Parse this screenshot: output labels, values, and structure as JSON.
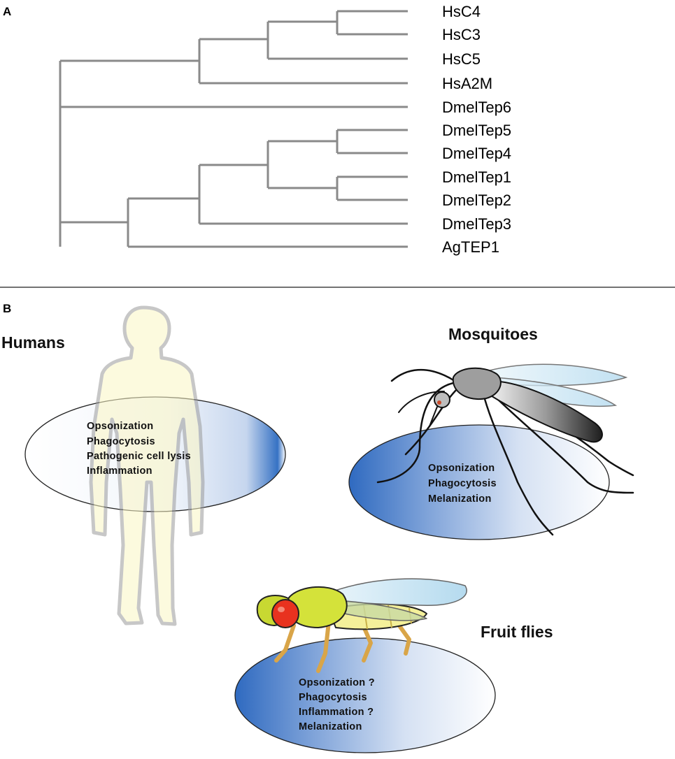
{
  "panel_a": {
    "letter": "A",
    "leaves": [
      "HsC4",
      "HsC3",
      "HsC5",
      "HsA2M",
      "DmelTep6",
      "DmelTep5",
      "DmelTep4",
      "DmelTep1",
      "DmelTep2",
      "DmelTep3",
      "AgTEP1"
    ]
  },
  "panel_b": {
    "letter": "B",
    "humans": {
      "title": "Humans",
      "functions": [
        "Opsonization",
        "Phagocytosis",
        "Pathogenic cell lysis",
        "Inflammation"
      ]
    },
    "mosquitoes": {
      "title": "Mosquitoes",
      "functions": [
        "Opsonization",
        "Phagocytosis",
        "Melanization"
      ]
    },
    "fruit_flies": {
      "title": "Fruit flies",
      "functions": [
        "Opsonization ?",
        "Phagocytosis",
        "Inflammation ?",
        "Melanization"
      ]
    }
  },
  "colors": {
    "branch": "#8a8a8a",
    "ellipse_blue": "#2f6fc0",
    "human_fill": "#fbf6c4",
    "fly_body": "#d4e23a",
    "fly_eye": "#e8321f",
    "fly_wing": "#bfe3f3",
    "mosquito_body": "#8c8c8c"
  }
}
